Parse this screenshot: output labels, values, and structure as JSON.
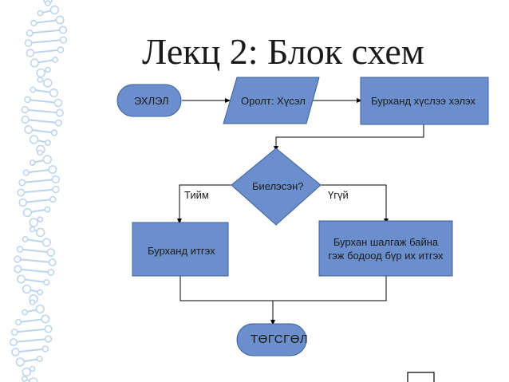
{
  "slide": {
    "title": "Лекц 2: Блок схем"
  },
  "flowchart": {
    "start": "ЭХЛЭЛ",
    "input": "Оролт: Хүсэл",
    "prayer": "Бурханд хүслээ хэлэх",
    "decision": "Биелэсэн?",
    "yes_label": "Тийм",
    "no_label": "Үгүй",
    "believe": "Бурханд итгэх",
    "test_line1": "Бурхан шалгаж байна",
    "test_line2": "гэж бодоод бүр их итгэх",
    "end": "ТӨГСГӨЛ"
  },
  "colors": {
    "shape_fill": "#6a8fcc",
    "shape_stroke": "#3d5f96",
    "connector": "#000000",
    "decor": "#bcd3ec"
  }
}
